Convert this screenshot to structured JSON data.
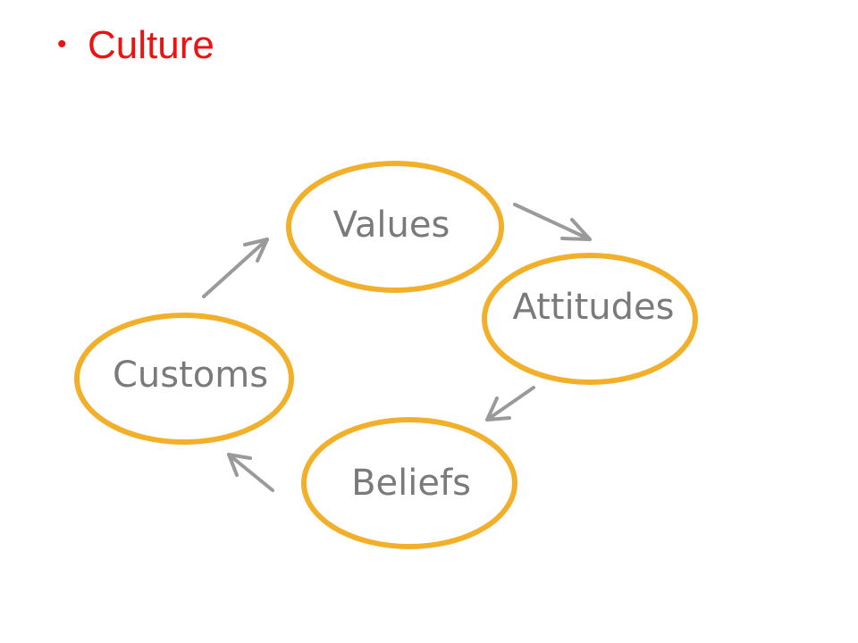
{
  "slide": {
    "bullet_text": "Culture",
    "bullet_color": "#ee1111"
  },
  "diagram": {
    "ring_color": "#f2b02a",
    "arrow_color": "#9a9a9a",
    "label_color": "#7a7a7a",
    "nodes": [
      {
        "id": "values",
        "label": "Values"
      },
      {
        "id": "attitudes",
        "label": "Attitudes"
      },
      {
        "id": "beliefs",
        "label": "Beliefs"
      },
      {
        "id": "customs",
        "label": "Customs"
      }
    ],
    "cycle_order": [
      "values",
      "attitudes",
      "beliefs",
      "customs"
    ],
    "arrow_icon": "arrow-icon"
  }
}
